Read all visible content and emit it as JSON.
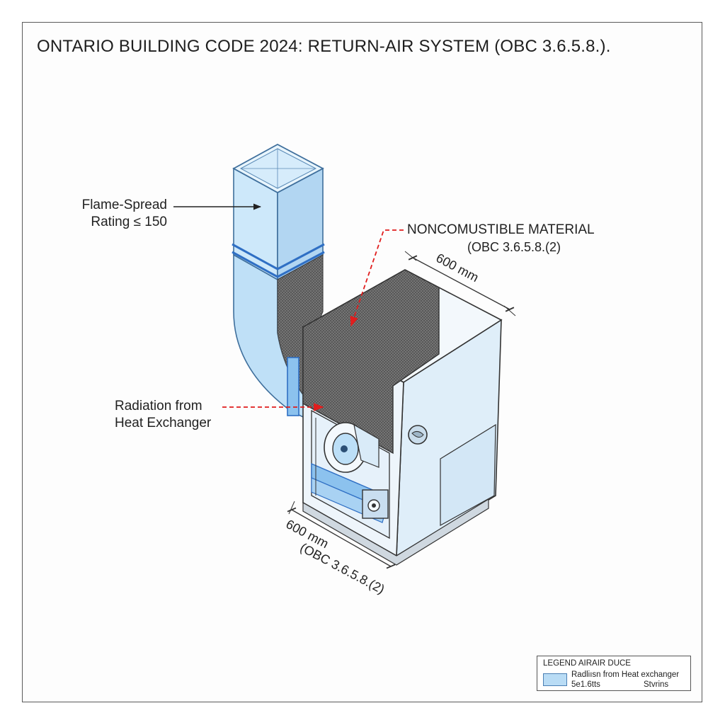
{
  "title": "ONTARIO BUILDING CODE 2024: RETURN-AIR SYSTEM (OBC 3.6.5.8.).",
  "labels": {
    "flame_line1": "Flame-Spread",
    "flame_line2": "Rating ≤ 150",
    "noncomb_line1": "NONCOMUSTIBLE MATERIAL",
    "noncomb_line2": "(OBC 3.6.5.8.(2)",
    "dim_top": "600 mm",
    "radiation_line1": "Radiation from",
    "radiation_line2": "Heat Exchanger",
    "dim_bottom_line1": "600 mm",
    "dim_bottom_line2": "(OBC 3.6.5.8.(2)"
  },
  "legend": {
    "title": "LEGEND AIRAIR DUCE",
    "item1": "Radliısn from Heat exchanger",
    "item2": "5e1.6tts",
    "item3": "Stvrins"
  },
  "colors": {
    "duct_fill": "#bcdff7",
    "duct_edge": "#3f6f9c",
    "noncombustible_fill": "#6b6b6b",
    "cabinet_fill": "#eaf3fb",
    "red_arrow": "#e11d1d"
  }
}
